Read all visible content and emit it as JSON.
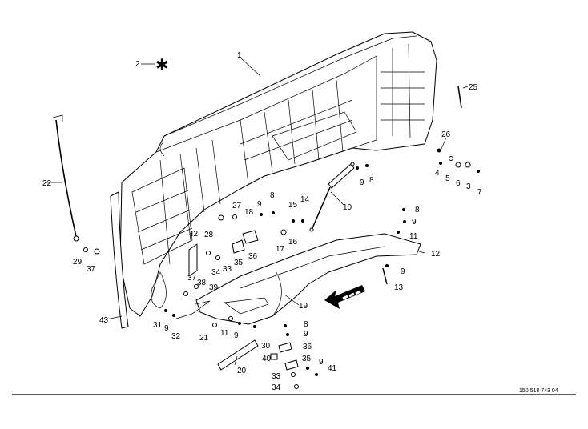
{
  "drawing": {
    "reference_number": "150 518 743 04",
    "asterisk_symbol": "✱",
    "callouts": [
      {
        "id": "c1",
        "text": "1"
      },
      {
        "id": "c2",
        "text": "2"
      },
      {
        "id": "c25",
        "text": "25"
      },
      {
        "id": "c26",
        "text": "26"
      },
      {
        "id": "c4",
        "text": "4"
      },
      {
        "id": "c5",
        "text": "5"
      },
      {
        "id": "c6",
        "text": "6"
      },
      {
        "id": "c3",
        "text": "3"
      },
      {
        "id": "c7",
        "text": "7"
      },
      {
        "id": "c22",
        "text": "22"
      },
      {
        "id": "c9a",
        "text": "9"
      },
      {
        "id": "c8a",
        "text": "8"
      },
      {
        "id": "c10",
        "text": "10"
      },
      {
        "id": "c14",
        "text": "14"
      },
      {
        "id": "c15",
        "text": "15"
      },
      {
        "id": "c8b",
        "text": "8"
      },
      {
        "id": "c9b",
        "text": "9"
      },
      {
        "id": "c27",
        "text": "27"
      },
      {
        "id": "c18",
        "text": "18"
      },
      {
        "id": "c28",
        "text": "28"
      },
      {
        "id": "c16",
        "text": "16"
      },
      {
        "id": "c17",
        "text": "17"
      },
      {
        "id": "c36a",
        "text": "36"
      },
      {
        "id": "c35a",
        "text": "35"
      },
      {
        "id": "c33a",
        "text": "33"
      },
      {
        "id": "c34a",
        "text": "34"
      },
      {
        "id": "c42",
        "text": "42"
      },
      {
        "id": "c8c",
        "text": "8"
      },
      {
        "id": "c9c",
        "text": "9"
      },
      {
        "id": "c11a",
        "text": "11"
      },
      {
        "id": "c12",
        "text": "12"
      },
      {
        "id": "c9d",
        "text": "9"
      },
      {
        "id": "c13",
        "text": "13"
      },
      {
        "id": "c29",
        "text": "29"
      },
      {
        "id": "c37a",
        "text": "37"
      },
      {
        "id": "c37b",
        "text": "37"
      },
      {
        "id": "c38",
        "text": "38"
      },
      {
        "id": "c39",
        "text": "39"
      },
      {
        "id": "c19",
        "text": "19"
      },
      {
        "id": "c43",
        "text": "43"
      },
      {
        "id": "c31",
        "text": "31"
      },
      {
        "id": "c9e",
        "text": "9"
      },
      {
        "id": "c32",
        "text": "32"
      },
      {
        "id": "c21",
        "text": "21"
      },
      {
        "id": "c11b",
        "text": "11"
      },
      {
        "id": "c9f",
        "text": "9"
      },
      {
        "id": "c30",
        "text": "30"
      },
      {
        "id": "c8d",
        "text": "8"
      },
      {
        "id": "c9g",
        "text": "9"
      },
      {
        "id": "c36b",
        "text": "36"
      },
      {
        "id": "c40",
        "text": "40"
      },
      {
        "id": "c35b",
        "text": "35"
      },
      {
        "id": "c9h",
        "text": "9"
      },
      {
        "id": "c41",
        "text": "41"
      },
      {
        "id": "c33b",
        "text": "33"
      },
      {
        "id": "c34b",
        "text": "34"
      },
      {
        "id": "c20",
        "text": "20"
      }
    ]
  }
}
